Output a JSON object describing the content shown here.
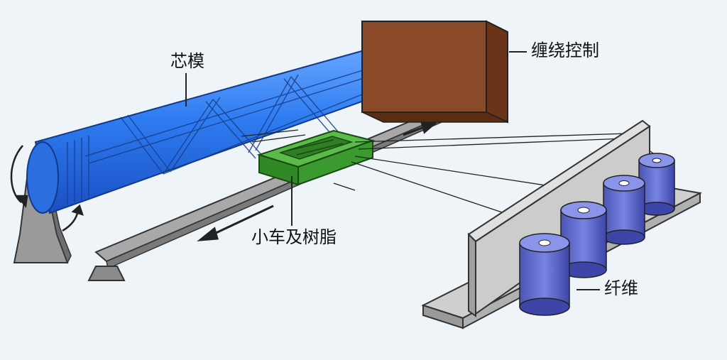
{
  "labels": {
    "mandrel": "芯模",
    "winding_control": "缠绕控制",
    "carriage_resin": "小车及树脂",
    "fiber": "纤维"
  },
  "colors": {
    "background": "#eef4f8",
    "mandrel": "#2f7df2",
    "control_box": "#8a4a2a",
    "carriage": "#3a9a30",
    "rack": "#c8c8c8",
    "spool": "#5a64c8"
  }
}
